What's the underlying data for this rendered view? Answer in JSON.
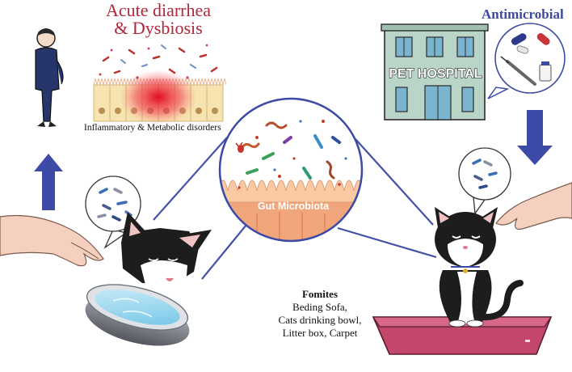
{
  "labels": {
    "acute_line1": "Acute diarrhea",
    "acute_line2": "& Dysbiosis",
    "antimicrobial": "Antimicrobial",
    "inflammatory": "Inflammatory & Metabolic disorders",
    "gut_microbiota": "Gut Microbiota",
    "pet_hospital": "PET HOSPITAL",
    "fomites_title": "Fomites",
    "fomites_items": [
      "Beding Sofa,",
      "Cats drinking bowl,",
      "Litter box, Carpet"
    ]
  },
  "colors": {
    "acute_title": "#b3263a",
    "antimicrobial_title": "#3b4aa0",
    "arrow": "#3d4aa6",
    "connector": "#4451a8",
    "villi": "#f7c9a6",
    "hospital_wall": "#b8d5c7",
    "litter_box": "#c2476a"
  },
  "icons": [
    "person-icon",
    "epithelium-icon",
    "bacteria-icon",
    "hand-icon",
    "cat-icon",
    "water-bowl-icon",
    "hospital-icon",
    "pill-icon",
    "syringe-icon",
    "vial-icon",
    "litter-box-icon",
    "arrow-up-icon",
    "arrow-down-icon"
  ]
}
